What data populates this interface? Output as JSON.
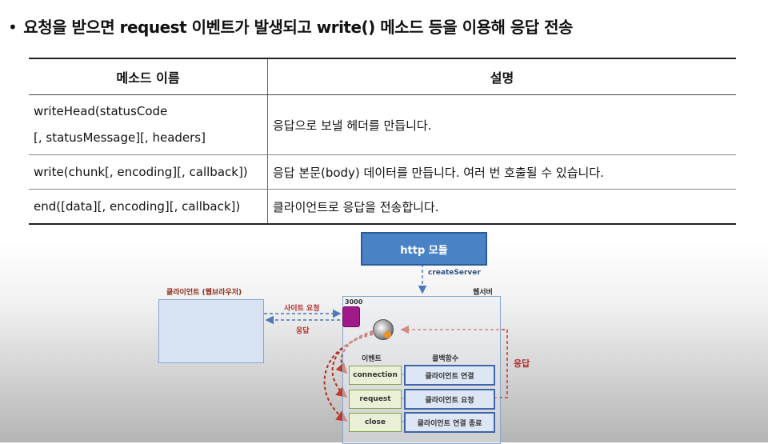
{
  "header": {
    "bullet": "•",
    "text": "요청을 받으면 request 이벤트가 발생되고 write() 메소드 등을 이용해 응답 전송"
  },
  "table": {
    "columns": [
      "메소드 이름",
      "설명"
    ],
    "rows": [
      {
        "method_line1": "writeHead(statusCode",
        "method_line2": "[, statusMessage][, headers]",
        "description": "응답으로 보낼 헤더를 만듭니다."
      },
      {
        "method_line1": "write(chunk[, encoding][, callback])",
        "description": "응답 본문(body) 데이터를 만듭니다. 여러 번 호출될 수 있습니다."
      },
      {
        "method_line1": "end([data][, encoding][, callback])",
        "description": "클라이언트로 응답을 전송합니다."
      }
    ]
  },
  "diagram": {
    "http_module": "http 모듈",
    "create_server": "createServer",
    "web_server": "웹서버",
    "client_label": "클라이언트 (웹브라우저)",
    "site_request": "사이트 요청",
    "response_small": "응답",
    "port": "3000",
    "response_side": "응답",
    "event_header": "이벤트",
    "callback_header": "콜백함수",
    "events": [
      "connection",
      "request",
      "close"
    ],
    "callbacks": [
      "클라이언트 연결",
      "클라이언트 요청",
      "클라이언트 연결 종료"
    ],
    "colors": {
      "http_box": "#4a82c6",
      "arrow_red": "#c0392b",
      "arrow_blue": "#4a78b8",
      "port": "#a01a8a"
    }
  }
}
